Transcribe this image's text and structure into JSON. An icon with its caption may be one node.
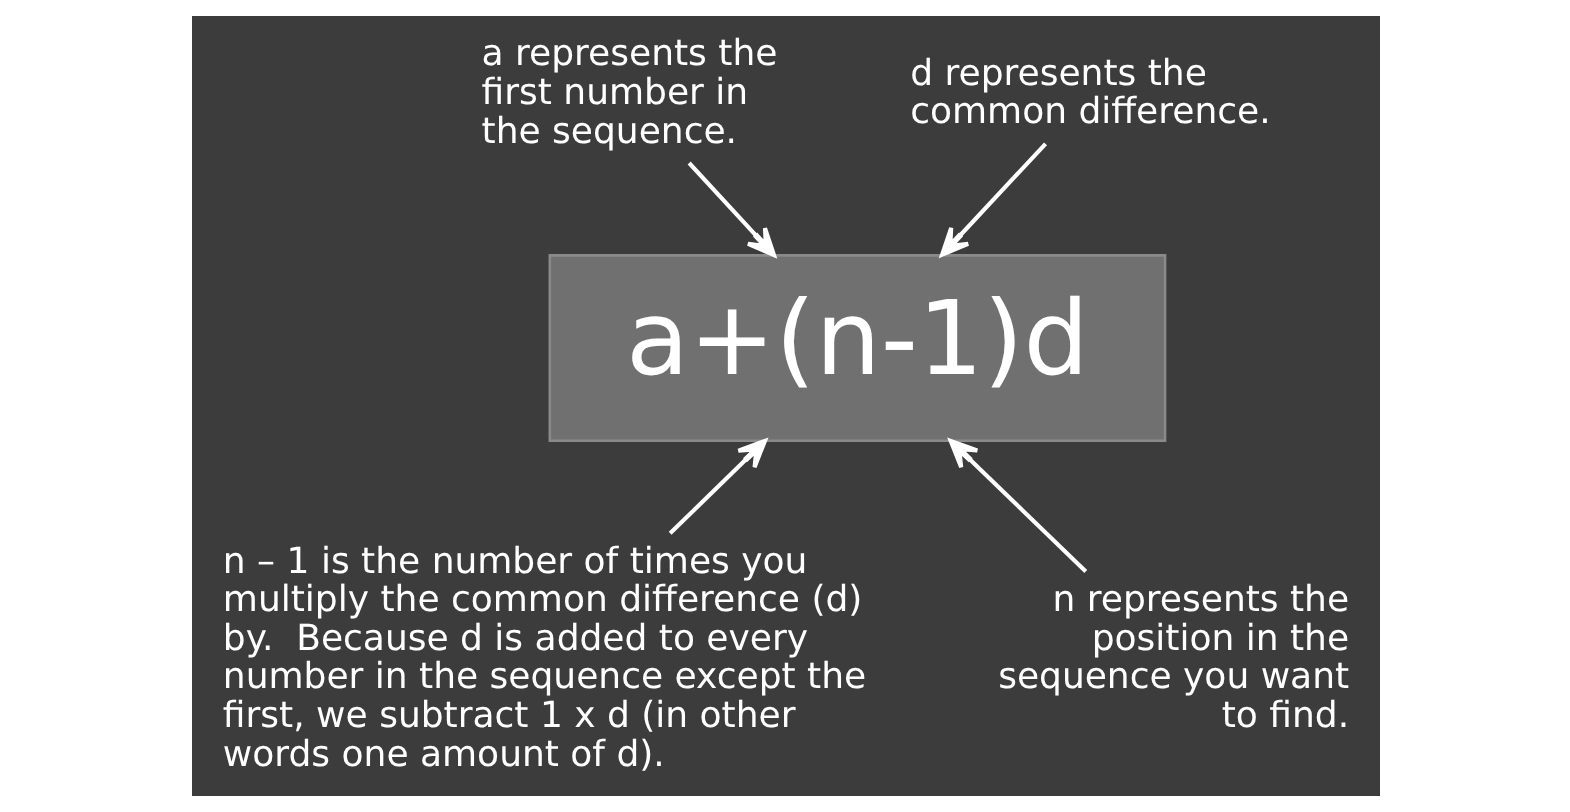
{
  "diagram": {
    "nodes": [
      {
        "text": [
          "a+(n-1)d"
        ]
      },
      {
        "text": [
          "a represents the first number in the sequence."
        ]
      },
      {
        "text": [
          "d represents the common difference."
        ]
      },
      {
        "text": [
          "n – 1 is the number of times you multiply the common difference (d) by.  Because d is added to every number in the sequence except the first, we subtract 1 x d (in other words one amount of d)."
        ]
      },
      {
        "text": [
          "n represents the position in the sequence you want to find."
        ]
      }
    ],
    "edges": [
      {
        "from": 1,
        "to": 0,
        "arrow": "to"
      },
      {
        "from": 2,
        "to": 0,
        "arrow": "to"
      },
      {
        "from": 3,
        "to": 0,
        "arrow": "to"
      },
      {
        "from": 4,
        "to": 0,
        "arrow": "to"
      }
    ]
  }
}
